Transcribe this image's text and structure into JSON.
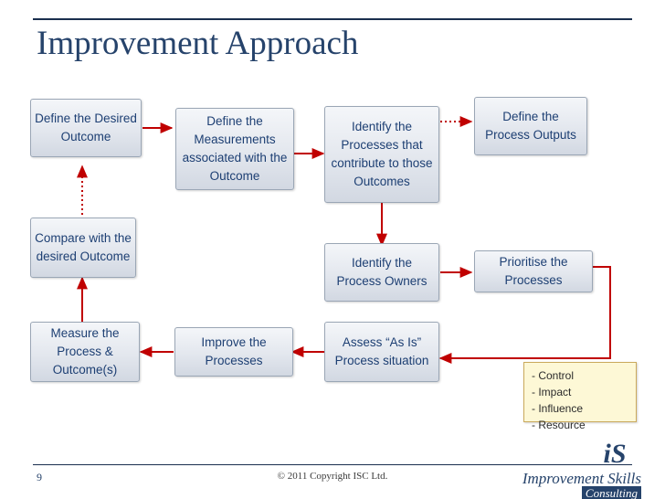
{
  "slide": {
    "title": "Improvement Approach",
    "page_number": "9",
    "copyright": "© 2011 Copyright ISC Ltd.",
    "accent_color": "#26436b",
    "arrow_color": "#c00000",
    "node_text_color": "#1d3f73"
  },
  "logo": {
    "mark": "iS",
    "word": "Improvement Skills",
    "sub": "Consulting"
  },
  "diagram": {
    "nodes": [
      {
        "id": "define-desired-outcome",
        "label": "Define the Desired Outcome"
      },
      {
        "id": "define-measurements",
        "label": "Define the Measurements associated with the Outcome"
      },
      {
        "id": "identify-processes",
        "label": "Identify the Processes that contribute to those Outcomes"
      },
      {
        "id": "define-process-outputs",
        "label": "Define the Process Outputs"
      },
      {
        "id": "compare-with-desired-outcome",
        "label": "Compare with the desired Outcome"
      },
      {
        "id": "identify-process-owners",
        "label": "Identify the Process Owners"
      },
      {
        "id": "prioritise-processes",
        "label": "Prioritise the Processes"
      },
      {
        "id": "measure-process-outcomes",
        "label": "Measure the Process & Outcome(s)"
      },
      {
        "id": "improve-processes",
        "label": "Improve the Processes"
      },
      {
        "id": "assess-as-is",
        "label": "Assess “As Is” Process situation"
      }
    ],
    "callout": {
      "id": "prioritisation-criteria",
      "lines": [
        "- Control",
        "- Impact",
        "- Influence",
        "- Resource"
      ]
    }
  }
}
